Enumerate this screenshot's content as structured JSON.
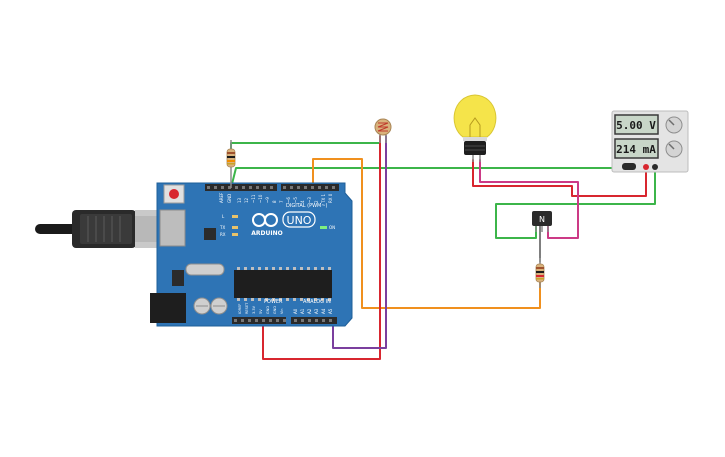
{
  "board": {
    "logo_text": "ARDUINO",
    "model": "UNO",
    "on_label": "ON",
    "tx_label": "TX",
    "rx_label": "RX",
    "l_label": "L",
    "aref_label": "AREF",
    "gnd_label": "GND",
    "digital_header": "DIGITAL (PWM~)",
    "power_header": "POWER",
    "analog_header": "ANALOG IN",
    "digital_pins": [
      "13",
      "12",
      "~11",
      "~10",
      "~9",
      "8",
      "7",
      "~6",
      "~5",
      "4",
      "~3",
      "2",
      "TX 1",
      "RX 0"
    ],
    "power_pins": [
      "IOREF",
      "RESET",
      "3.3V",
      "5V",
      "GND",
      "GND",
      "Vin"
    ],
    "analog_pins": [
      "A0",
      "A1",
      "A2",
      "A3",
      "A4",
      "A5"
    ]
  },
  "power_supply": {
    "voltage": "5.00 V",
    "current": "214 mA"
  },
  "transistor": {
    "label": "N"
  },
  "colors": {
    "board": "#2e74b5",
    "board_edge": "#1f5f99",
    "wire_green": "#3cb54a",
    "wire_orange": "#f0901e",
    "wire_red": "#d8262f",
    "wire_purple": "#7b3f9e",
    "wire_magenta": "#cc3a86",
    "bulb": "#f5e44a"
  }
}
